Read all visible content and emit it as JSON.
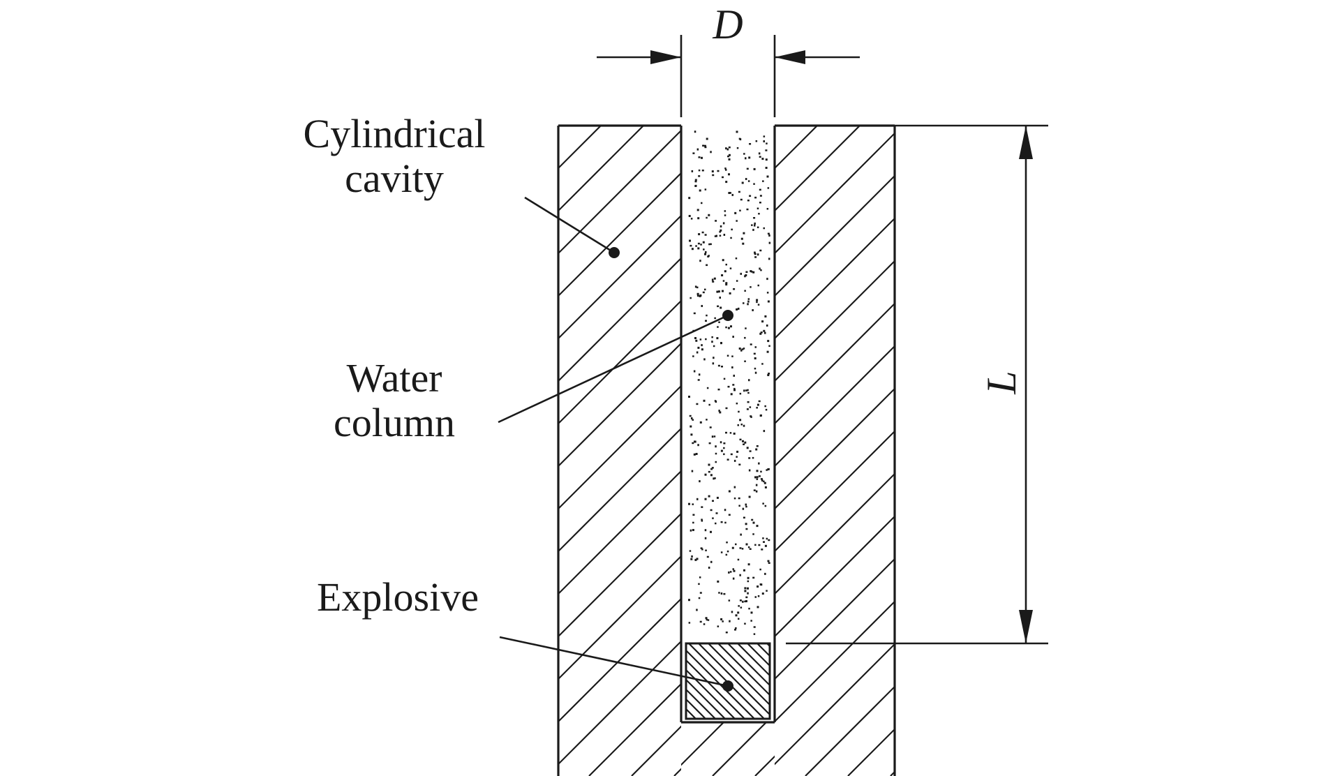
{
  "labels": {
    "cavity": "Cylindrical cavity",
    "cavity_line1": "Cylindrical",
    "cavity_line2": "cavity",
    "water_line1": "Water",
    "water_line2": "column",
    "explosive": "Explosive"
  },
  "dimensions": {
    "diameter": "D",
    "length": "L"
  },
  "colors": {
    "ink": "#1a1a1a",
    "background": "#ffffff"
  }
}
